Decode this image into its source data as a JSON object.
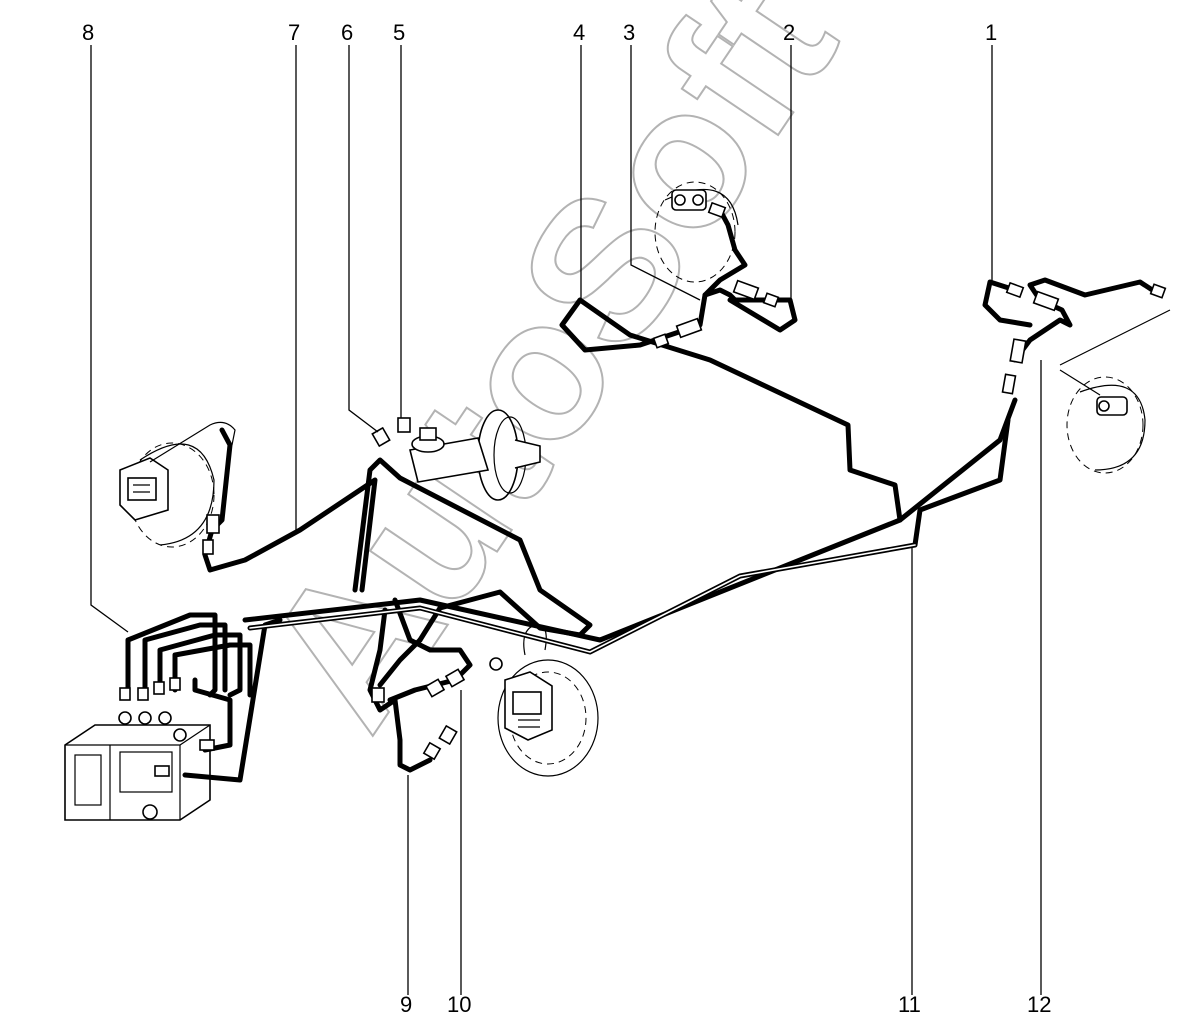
{
  "diagram": {
    "watermark": "AutoSoft",
    "callouts": [
      "1",
      "2",
      "3",
      "4",
      "5",
      "6",
      "7",
      "8",
      "9",
      "10",
      "11",
      "12"
    ]
  }
}
